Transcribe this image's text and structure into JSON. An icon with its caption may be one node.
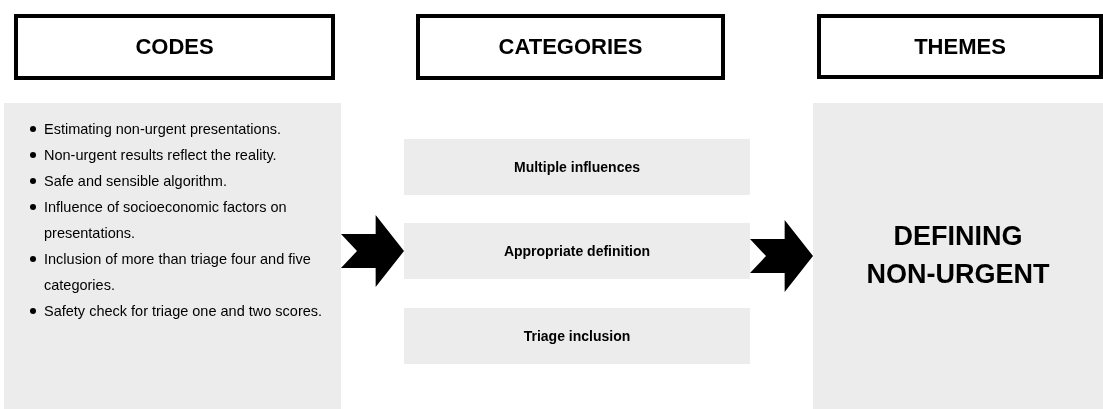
{
  "diagram": {
    "nodes": [
      {
        "text": [
          "CODES"
        ]
      },
      {
        "text": [
          "CATEGORIES"
        ]
      },
      {
        "text": [
          "THEMES"
        ]
      },
      {
        "text": [
          "Estimating non-urgent presentations.",
          "Non-urgent results reflect the reality.",
          "Safe and sensible algorithm.",
          "Influence of socioeconomic factors on presentations.",
          "Inclusion of more than triage four and five categories.",
          "Safety check for triage one and two scores."
        ]
      },
      {
        "text": [
          "Multiple influences"
        ]
      },
      {
        "text": [
          "Appropriate definition"
        ]
      },
      {
        "text": [
          "Triage inclusion"
        ]
      },
      {
        "text": [
          "DEFINING NON-URGENT"
        ]
      }
    ],
    "edges": [
      {
        "from": 3,
        "to": 5,
        "arrow": "to",
        "style": "thick"
      },
      {
        "from": 5,
        "to": 7,
        "arrow": "to",
        "style": "thick"
      }
    ]
  }
}
